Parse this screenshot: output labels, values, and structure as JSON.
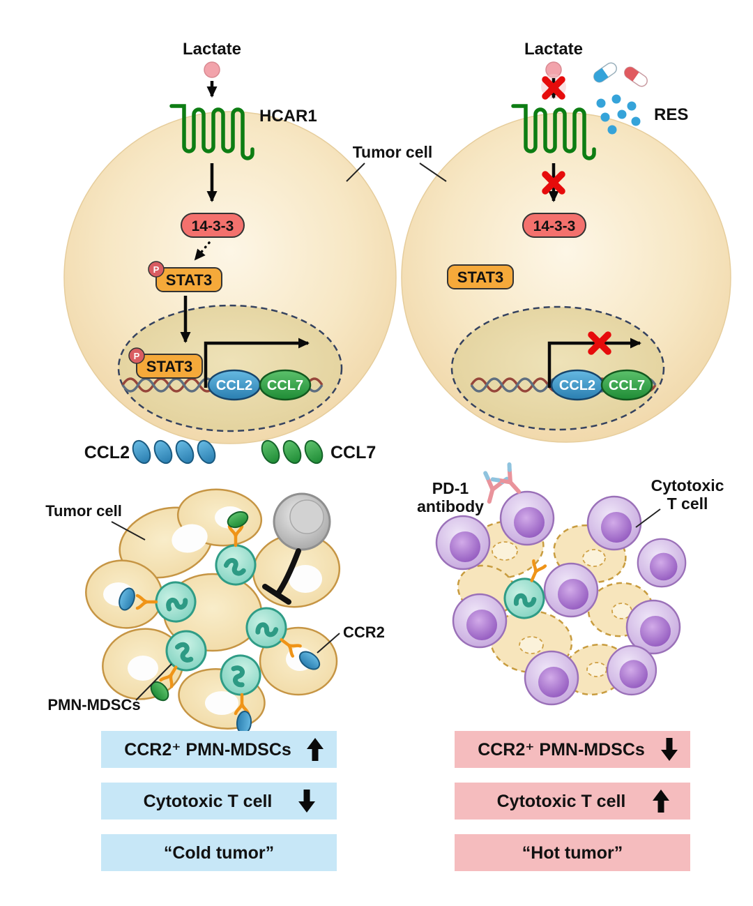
{
  "shared": {
    "tumor_cell_label": "Tumor cell"
  },
  "top_left_cell": {
    "lactate": "Lactate",
    "receptor": "HCAR1",
    "adaptor": "14-3-3",
    "phospho": "P",
    "stat3_cyto": "STAT3",
    "stat3_nuclear": "STAT3",
    "ccl2_gene": "CCL2",
    "ccl7_gene": "CCL7"
  },
  "top_right_cell": {
    "lactate": "Lactate",
    "drug": "RES",
    "adaptor": "14-3-3",
    "stat3": "STAT3",
    "ccl2_gene": "CCL2",
    "ccl7_gene": "CCL7"
  },
  "secreted": {
    "ccl2_label": "CCL2",
    "ccl7_label": "CCL7"
  },
  "bottom_left": {
    "tumor_cell_label": "Tumor cell",
    "ccr2_label": "CCR2",
    "pmn_label": "PMN-MDSCs"
  },
  "bottom_right": {
    "pd1_line1": "PD-1",
    "pd1_line2": "antibody",
    "tcell_line1": "Cytotoxic",
    "tcell_line2": "T cell"
  },
  "summary_left": {
    "row1": "CCR2⁺ PMN-MDSCs",
    "row1_trend": "up",
    "row2": "Cytotoxic T cell",
    "row2_trend": "down",
    "row3": "“Cold tumor”"
  },
  "summary_right": {
    "row1": "CCR2⁺ PMN-MDSCs",
    "row1_trend": "down",
    "row2": "Cytotoxic T cell",
    "row2_trend": "up",
    "row3": "“Hot tumor”"
  },
  "colors": {
    "tumor_cell": "#f3ddb0",
    "nucleus": "#e8d9a8",
    "receptor_green": "#0d7d13",
    "adaptor_red": "#f3716d",
    "stat3_orange": "#f5a93a",
    "ccl2_blue": "#3d8fc4",
    "ccl7_green": "#2f9e42",
    "block_red": "#e60b0b",
    "mdsc_teal": "#80d3c0",
    "tcell_purple": "#c5a6dd",
    "summary_left_bg": "#c7e7f7",
    "summary_right_bg": "#f5bcbe"
  }
}
